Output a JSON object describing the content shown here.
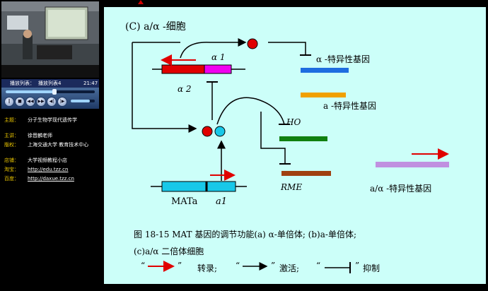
{
  "player": {
    "playlist_left": "播放列表：",
    "playlist_right": "播放列表4",
    "time": "21:47",
    "buttons": [
      "‖",
      "■",
      "◀◀",
      "▶▶",
      "◀|",
      "|▶"
    ]
  },
  "info": {
    "rows": [
      {
        "label": "主题：",
        "value": "分子生物学现代遗传学"
      },
      {
        "label": "主讲：",
        "value": "徐晋麟老师"
      },
      {
        "label": "版权：",
        "value": "上海交通大学 教育技术中心"
      },
      {
        "label": "店铺：",
        "value": "大学视频教程小店"
      },
      {
        "label": "淘宝：",
        "value": "http://edu.tzz.cn"
      },
      {
        "label": "百度：",
        "value": "http://daxue.tzz.cn"
      }
    ]
  },
  "slide": {
    "heading": "(C)  a/α -细胞",
    "alpha1": "α 1",
    "alpha2": "α 2",
    "alpha_specific": "α -特异性基因",
    "a_specific": "a -特异性基因",
    "ho": "HO",
    "rme": "RME",
    "mata": "MATa",
    "a1": "a1",
    "diploid_specific": "a/α -特异性基因",
    "caption1": "图 18-15  MAT 基因的调节功能(a)  α-单倍体; (b)a-单倍体;",
    "caption2": "(c)a/α 二倍体细胞",
    "legend_transcribe": "转录;",
    "legend_activate": "激活;",
    "legend_inhibit": "抑制",
    "quote_open": "“",
    "quote_close": "”"
  },
  "colors": {
    "slide_bg": "#ccfff9",
    "red": "#e00000",
    "magenta": "#f000f0",
    "cyan": "#18c8e8",
    "blue": "#1e6de0",
    "orange": "#f0a000",
    "green": "#108010",
    "brown": "#a04010",
    "lavender": "#c090e0"
  }
}
